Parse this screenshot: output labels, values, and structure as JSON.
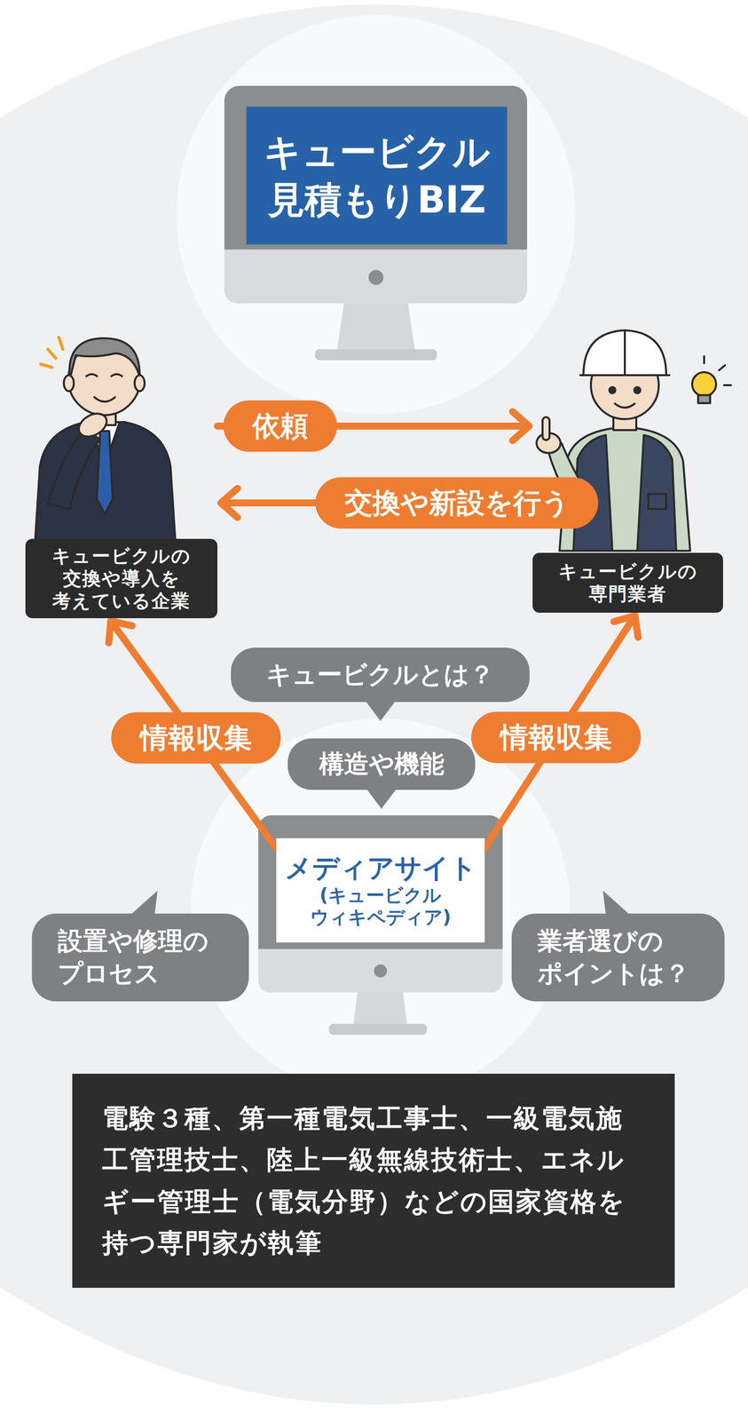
{
  "diagram": {
    "nodes": [
      {
        "text": [
          "キュービクル 見積もりBIZ"
        ]
      },
      {
        "text": [
          "キュービクルの 交換や導入を 考えている企業"
        ]
      },
      {
        "text": [
          "キュービクルの 専門業者"
        ]
      },
      {
        "text": [
          "メディアサイト",
          "(キュービクル ウィキペディア)"
        ]
      },
      {
        "text": [
          "キュービクルとは？"
        ]
      },
      {
        "text": [
          "構造や機能"
        ]
      },
      {
        "text": [
          "設置や修理の プロセス"
        ]
      },
      {
        "text": [
          "業者選びの ポイントは？"
        ]
      },
      {
        "text": [
          "電験３種、第一種電気工事士、一級電気施工管理技士、陸上一級無線技術士、エネルギー管理士（電気分野）などの国家資格を持つ専門家が執筆"
        ]
      }
    ],
    "edges": [
      {
        "from": 1,
        "to": 2,
        "label": "依頼",
        "arrow": "to"
      },
      {
        "from": 2,
        "to": 1,
        "label": "交換や新設を行う",
        "arrow": "to"
      },
      {
        "from": 3,
        "to": 1,
        "label": "情報収集",
        "arrow": "to"
      },
      {
        "from": 3,
        "to": 2,
        "label": "情報収集",
        "arrow": "to"
      }
    ]
  }
}
